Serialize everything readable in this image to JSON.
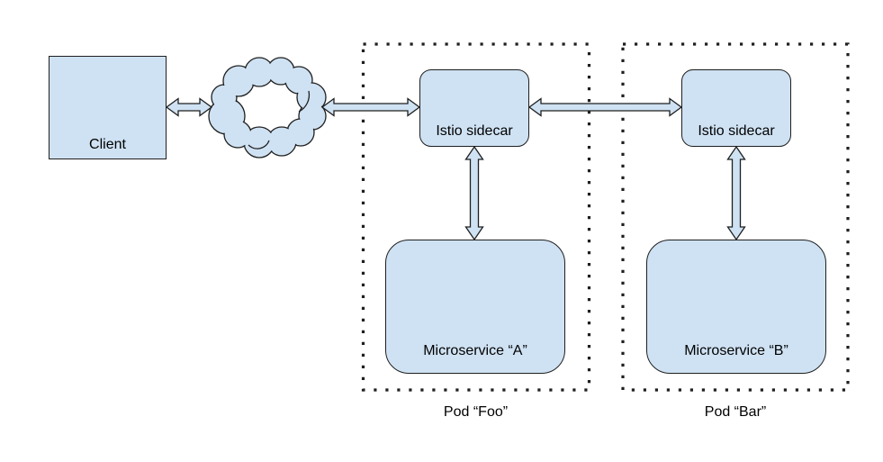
{
  "colors": {
    "node_fill": "#cfe2f3",
    "stroke": "#1f1f1f",
    "background": "#ffffff",
    "text": "#000000"
  },
  "nodes": {
    "client": {
      "label": "Client",
      "shape": "rectangle"
    },
    "internet": {
      "icon": "cloud-icon",
      "shape": "cloud"
    },
    "istio_sidecar_foo": {
      "label": "Istio sidecar",
      "shape": "rounded-rectangle"
    },
    "istio_sidecar_bar": {
      "label": "Istio sidecar",
      "shape": "rounded-rectangle"
    },
    "microservice_a": {
      "label": "Microservice “A”",
      "shape": "rounded-rectangle"
    },
    "microservice_b": {
      "label": "Microservice “B”",
      "shape": "rounded-rectangle"
    }
  },
  "pods": {
    "foo": {
      "label": "Pod “Foo”",
      "border_style": "dotted"
    },
    "bar": {
      "label": "Pod “Bar”",
      "border_style": "dotted"
    }
  },
  "connections": [
    {
      "from": "client",
      "to": "internet",
      "type": "double-arrow"
    },
    {
      "from": "internet",
      "to": "istio_sidecar_foo",
      "type": "double-arrow"
    },
    {
      "from": "istio_sidecar_foo",
      "to": "istio_sidecar_bar",
      "type": "double-arrow"
    },
    {
      "from": "istio_sidecar_foo",
      "to": "microservice_a",
      "type": "double-arrow"
    },
    {
      "from": "istio_sidecar_bar",
      "to": "microservice_b",
      "type": "double-arrow"
    }
  ]
}
